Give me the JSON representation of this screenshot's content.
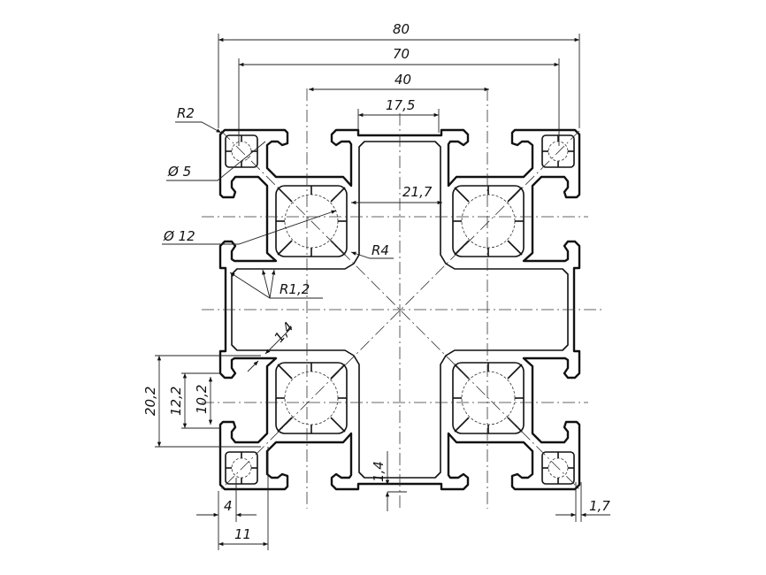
{
  "drawing": {
    "title": "Aluminium profile 80x80 cross-section",
    "dimensions": {
      "overall_width": "80",
      "slot_pitch": "70",
      "core_pitch": "40",
      "center_slot": "17,5",
      "core_gap": "21,7",
      "corner_radius": "R2",
      "small_bore": "Ø 5",
      "large_bore": "Ø 12",
      "core_radius": "R4",
      "fillet_radius": "R1,2",
      "wall_diag": "1,4",
      "slot_depth": "20,2",
      "slot_width": "12,2",
      "slot_opening": "10,2",
      "lip_offset": "4",
      "corner_offset": "11",
      "wall_bottom": "1,4",
      "lip_thickness": "1,7"
    }
  }
}
